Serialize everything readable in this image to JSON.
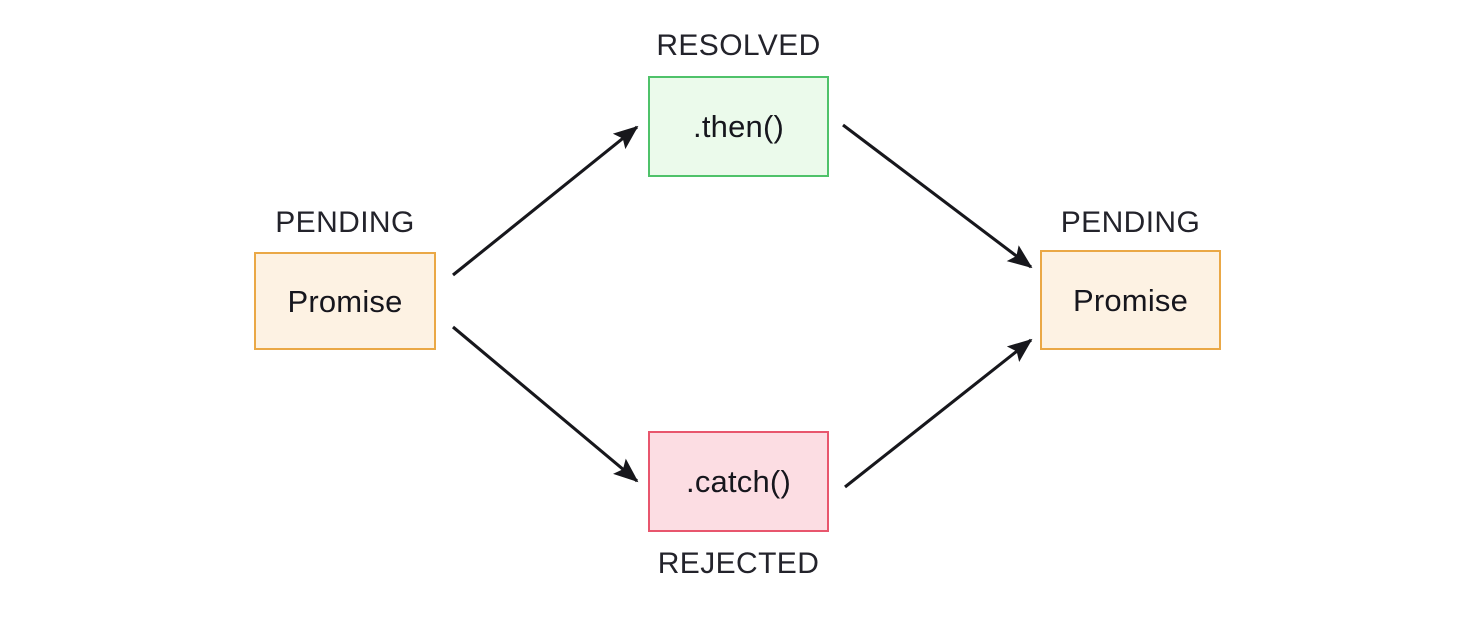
{
  "diagram": {
    "title_text": null,
    "background_color": "#ffffff",
    "nodes": [
      {
        "id": "promise-left",
        "label": "Promise",
        "state_label": "PENDING",
        "state_label_position": "above",
        "fill": "#fdf2e3",
        "border": "#eaa846",
        "text_color": "#16161d"
      },
      {
        "id": "then-node",
        "label": ".then()",
        "state_label": "RESOLVED",
        "state_label_position": "above",
        "fill": "#ebfaeb",
        "border": "#4fc26a",
        "text_color": "#16161d"
      },
      {
        "id": "catch-node",
        "label": ".catch()",
        "state_label": "REJECTED",
        "state_label_position": "below",
        "fill": "#fcdde3",
        "border": "#e8566d",
        "text_color": "#16161d"
      },
      {
        "id": "promise-right",
        "label": "Promise",
        "state_label": "PENDING",
        "state_label_position": "above",
        "fill": "#fdf2e3",
        "border": "#eaa846",
        "text_color": "#16161d"
      }
    ],
    "edges": [
      {
        "id": "edge-pending-to-resolved",
        "from": "promise-left",
        "to": "then-node",
        "color": "#17171c",
        "arrowhead": "filled-triangle"
      },
      {
        "id": "edge-pending-to-rejected",
        "from": "promise-left",
        "to": "catch-node",
        "color": "#17171c",
        "arrowhead": "filled-triangle"
      },
      {
        "id": "edge-resolved-to-pending",
        "from": "then-node",
        "to": "promise-right",
        "color": "#17171c",
        "arrowhead": "filled-triangle"
      },
      {
        "id": "edge-rejected-to-pending",
        "from": "catch-node",
        "to": "promise-right",
        "color": "#17171c",
        "arrowhead": "filled-triangle"
      }
    ]
  }
}
